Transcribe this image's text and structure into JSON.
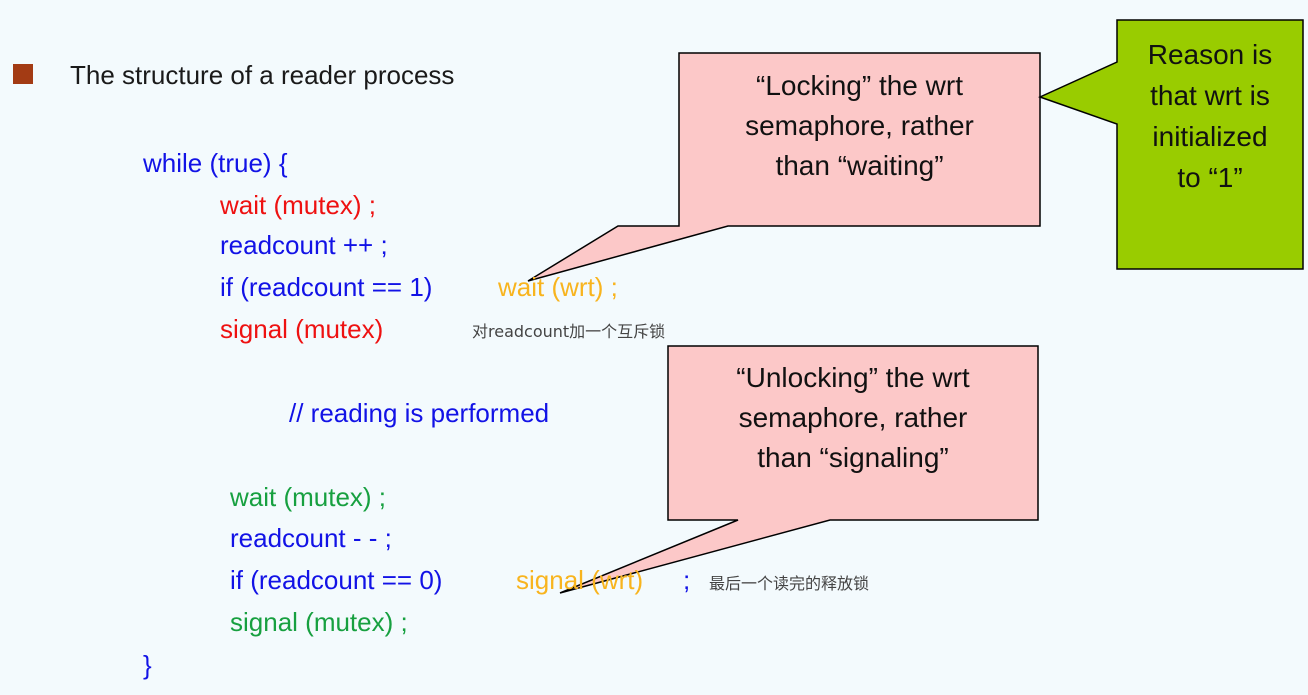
{
  "bullet": {
    "text": "The structure of a reader process"
  },
  "code": {
    "l1": "while (true) {",
    "l2": "wait (mutex) ;",
    "l3": "readcount ++ ;",
    "l4a": "if (readcount == 1)",
    "l4b": "wait (wrt) ;",
    "l5": "signal (mutex)",
    "l6": "// reading is performed",
    "l7": "wait (mutex) ;",
    "l8": "readcount  - - ;",
    "l9a": "if (readcount  == 0)",
    "l9b": "signal (wrt)",
    "l9c": ";",
    "l10": "signal (mutex) ;",
    "l11": "}"
  },
  "notes": {
    "n1": "对readcount加一个互斥锁",
    "n2": "最后一个读完的释放锁"
  },
  "callouts": {
    "locking": [
      "“Locking” the wrt",
      "semaphore, rather",
      "than “waiting”"
    ],
    "unlocking": [
      "“Unlocking” the wrt",
      "semaphore, rather",
      "than “signaling”"
    ],
    "reason": [
      "Reason is",
      "that wrt is",
      "initialized",
      "to “1”"
    ]
  },
  "colors": {
    "pink_callout": "#fcc8c8",
    "green_callout": "#99cc00",
    "keyword_blue": "#1212e6",
    "keyword_red": "#ee1111",
    "keyword_green": "#17a040",
    "keyword_orange": "#f8b41e"
  }
}
